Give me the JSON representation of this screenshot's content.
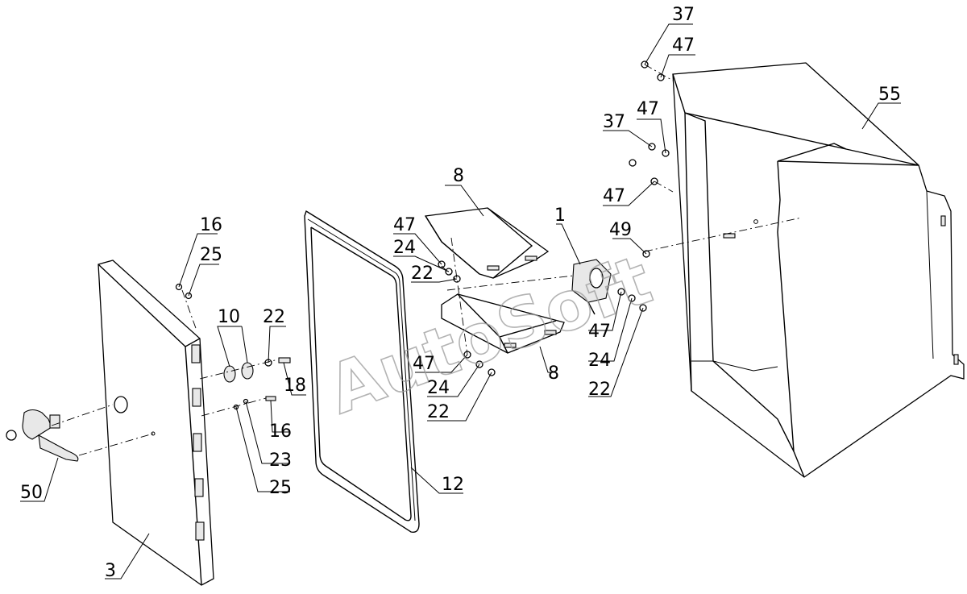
{
  "watermark": "AutoSoft",
  "callouts": {
    "c37a": "37",
    "c47a": "47",
    "c55": "55",
    "c47b": "47",
    "c37b": "37",
    "c47c": "47",
    "c8a": "8",
    "c1": "1",
    "c49": "49",
    "c47d": "47",
    "c24a": "24",
    "c22a": "22",
    "c16a": "16",
    "c25a": "25",
    "c10": "10",
    "c22b": "22",
    "c18": "18",
    "c16b": "16",
    "c23": "23",
    "c25b": "25",
    "c47e": "47",
    "c24b": "24",
    "c22c": "22",
    "c8b": "8",
    "c47f": "47",
    "c24c": "24",
    "c22d": "22",
    "c12": "12",
    "c50": "50",
    "c3": "3"
  }
}
